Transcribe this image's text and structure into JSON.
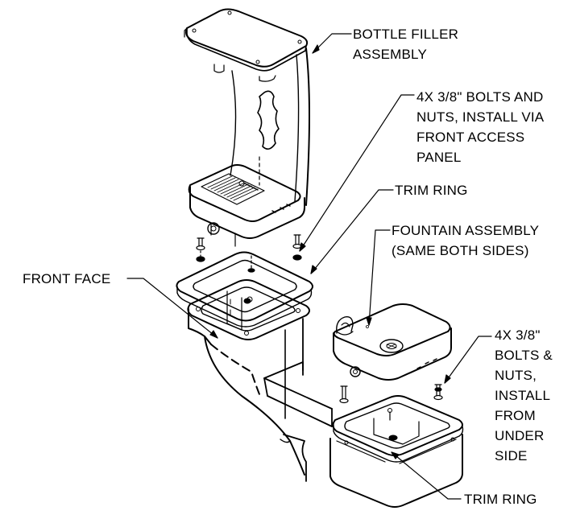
{
  "callouts": {
    "bottle_filler": [
      "BOTTLE FILLER",
      "ASSEMBLY"
    ],
    "bolts_front": [
      "4X 3/8\" BOLTS AND",
      "NUTS, INSTALL VIA",
      "FRONT ACCESS",
      "PANEL"
    ],
    "trim_ring_top": [
      "TRIM RING"
    ],
    "fountain": [
      "FOUNTAIN ASSEMBLY",
      "(SAME BOTH SIDES)"
    ],
    "front_face": [
      "FRONT FACE"
    ],
    "bolts_under": [
      "4X 3/8\"",
      "BOLTS &",
      "NUTS,",
      "INSTALL",
      "FROM",
      "UNDER",
      "SIDE"
    ],
    "trim_ring_bottom": [
      "TRIM RING"
    ]
  },
  "colors": {
    "line": "#000000",
    "background": "#ffffff"
  }
}
